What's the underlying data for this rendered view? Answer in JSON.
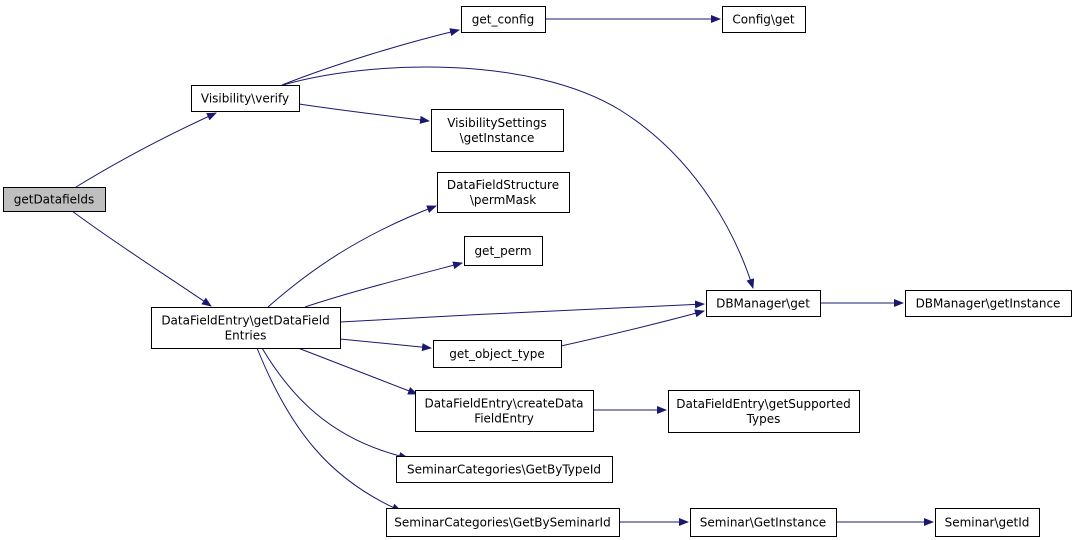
{
  "colors": {
    "edge": "#191970",
    "node_border": "#000000",
    "node_fill": "#ffffff",
    "root_fill": "#bfbfbf"
  },
  "nodes": [
    {
      "id": "getdatafields",
      "lines": [
        "getDatafields"
      ],
      "root": true
    },
    {
      "id": "visibility-verify",
      "lines": [
        "Visibility\\verify"
      ]
    },
    {
      "id": "get-config",
      "lines": [
        "get_config"
      ]
    },
    {
      "id": "config-get",
      "lines": [
        "Config\\get"
      ]
    },
    {
      "id": "visibilitysettings-getinstance",
      "lines": [
        "VisibilitySettings",
        "\\getInstance"
      ]
    },
    {
      "id": "datafieldstructure-permmask",
      "lines": [
        "DataFieldStructure",
        "\\permMask"
      ]
    },
    {
      "id": "get-perm",
      "lines": [
        "get_perm"
      ]
    },
    {
      "id": "datafieldentry-getdatafieldentries",
      "lines": [
        "DataFieldEntry\\getDataField",
        "Entries"
      ]
    },
    {
      "id": "dbmanager-get",
      "lines": [
        "DBManager\\get"
      ]
    },
    {
      "id": "dbmanager-getinstance",
      "lines": [
        "DBManager\\getInstance"
      ]
    },
    {
      "id": "get-object-type",
      "lines": [
        "get_object_type"
      ]
    },
    {
      "id": "datafieldentry-createdatafieldentry",
      "lines": [
        "DataFieldEntry\\createData",
        "FieldEntry"
      ]
    },
    {
      "id": "datafieldentry-getsupportedtypes",
      "lines": [
        "DataFieldEntry\\getSupported",
        "Types"
      ]
    },
    {
      "id": "seminarcategories-getbytypeid",
      "lines": [
        "SeminarCategories\\GetByTypeId"
      ]
    },
    {
      "id": "seminarcategories-getbyseminarid",
      "lines": [
        "SeminarCategories\\GetBySeminarId"
      ]
    },
    {
      "id": "seminar-getinstance",
      "lines": [
        "Seminar\\GetInstance"
      ]
    },
    {
      "id": "seminar-getid",
      "lines": [
        "Seminar\\getId"
      ]
    }
  ],
  "edges": [
    {
      "from": "getdatafields",
      "to": "visibility-verify"
    },
    {
      "from": "getdatafields",
      "to": "datafieldentry-getdatafieldentries"
    },
    {
      "from": "visibility-verify",
      "to": "get-config"
    },
    {
      "from": "visibility-verify",
      "to": "dbmanager-get"
    },
    {
      "from": "visibility-verify",
      "to": "visibilitysettings-getinstance"
    },
    {
      "from": "get-config",
      "to": "config-get"
    },
    {
      "from": "datafieldentry-getdatafieldentries",
      "to": "datafieldstructure-permmask"
    },
    {
      "from": "datafieldentry-getdatafieldentries",
      "to": "get-perm"
    },
    {
      "from": "datafieldentry-getdatafieldentries",
      "to": "dbmanager-get"
    },
    {
      "from": "datafieldentry-getdatafieldentries",
      "to": "get-object-type"
    },
    {
      "from": "datafieldentry-getdatafieldentries",
      "to": "datafieldentry-createdatafieldentry"
    },
    {
      "from": "datafieldentry-getdatafieldentries",
      "to": "seminarcategories-getbytypeid"
    },
    {
      "from": "datafieldentry-getdatafieldentries",
      "to": "seminarcategories-getbyseminarid"
    },
    {
      "from": "dbmanager-get",
      "to": "dbmanager-getinstance"
    },
    {
      "from": "get-object-type",
      "to": "dbmanager-get"
    },
    {
      "from": "datafieldentry-createdatafieldentry",
      "to": "datafieldentry-getsupportedtypes"
    },
    {
      "from": "seminarcategories-getbyseminarid",
      "to": "seminar-getinstance"
    },
    {
      "from": "seminar-getinstance",
      "to": "seminar-getid"
    }
  ]
}
